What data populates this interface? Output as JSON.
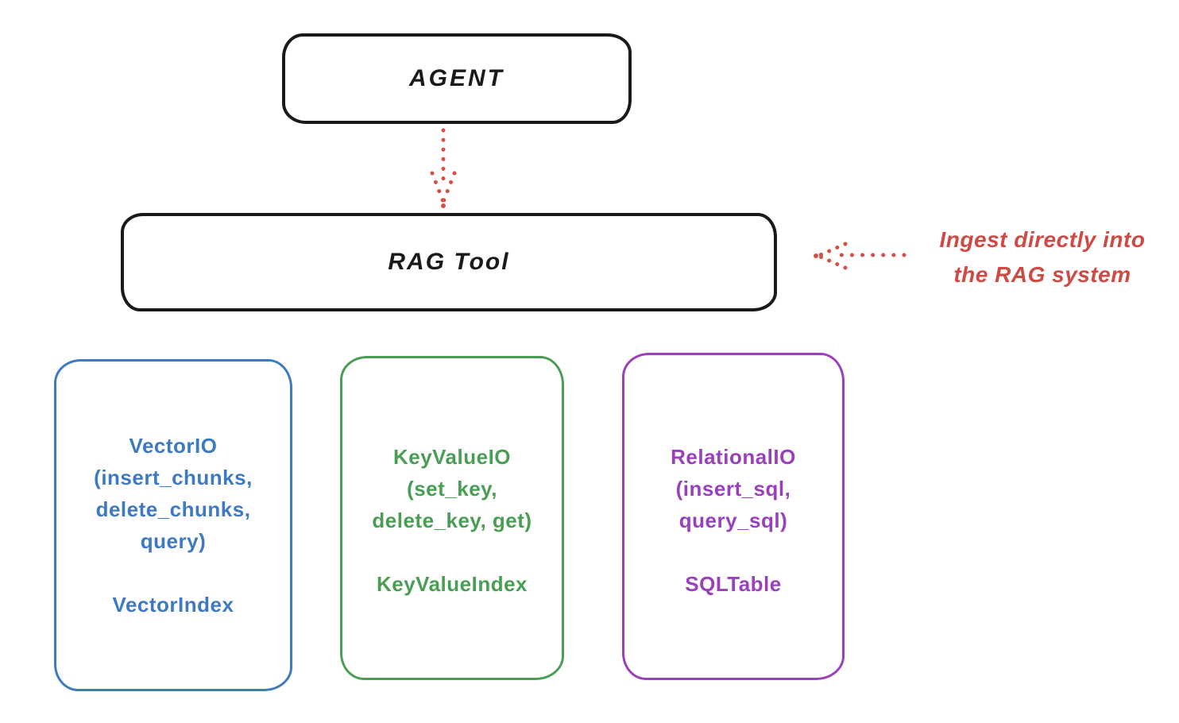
{
  "diagram": {
    "nodes": {
      "agent": {
        "label": "AGENT"
      },
      "rag_tool": {
        "label": "RAG Tool"
      }
    },
    "annotation": {
      "line1": "Ingest directly into",
      "line2": "the RAG system"
    },
    "io_boxes": [
      {
        "name": "vector-io",
        "color": "#3d7ac2",
        "lines": [
          "VectorIO",
          "(insert_chunks,",
          "delete_chunks,",
          "query)"
        ],
        "index_label": "VectorIndex"
      },
      {
        "name": "keyvalue-io",
        "color": "#4a9e53",
        "lines": [
          "KeyValueIO",
          "(set_key,",
          "delete_key, get)"
        ],
        "index_label": "KeyValueIndex"
      },
      {
        "name": "relational-io",
        "color": "#9940bc",
        "lines": [
          "RelationalIO",
          "(insert_sql,",
          "query_sql)"
        ],
        "index_label": "SQLTable"
      }
    ],
    "colors": {
      "stroke": "#1a1a1a",
      "accent_red": "#cf4a43",
      "blue": "#3d7ac2",
      "green": "#4a9e53",
      "purple": "#9940bc"
    }
  }
}
